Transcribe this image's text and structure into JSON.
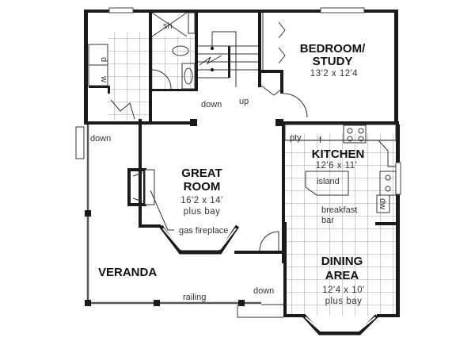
{
  "plan": {
    "rooms": {
      "bedroom": {
        "title_line1": "BEDROOM/",
        "title_line2": "STUDY",
        "dims": "13'2 x 12'4"
      },
      "kitchen": {
        "title": "KITCHEN",
        "dims": "12'6 x 11'"
      },
      "great_room": {
        "title_line1": "GREAT",
        "title_line2": "ROOM",
        "dims": "16'2 x 14'",
        "extra": "plus bay"
      },
      "dining": {
        "title_line1": "DINING",
        "title_line2": "AREA",
        "dims": "12'4 x 10'",
        "extra": "plus bay"
      },
      "veranda": {
        "title": "VERANDA"
      }
    },
    "annotations": {
      "shower": "sh",
      "dryer": "d",
      "washer": "w",
      "stairs_down": "down",
      "stairs_up": "up",
      "porch_down_left": "down",
      "porch_down_bottom": "down",
      "pantry": "pty",
      "fridge": "f",
      "island": "island",
      "breakfast_bar_line1": "breakfast",
      "breakfast_bar_line2": "bar",
      "dishwasher": "dw",
      "gas_fireplace": "gas fireplace",
      "railing": "railing"
    }
  }
}
